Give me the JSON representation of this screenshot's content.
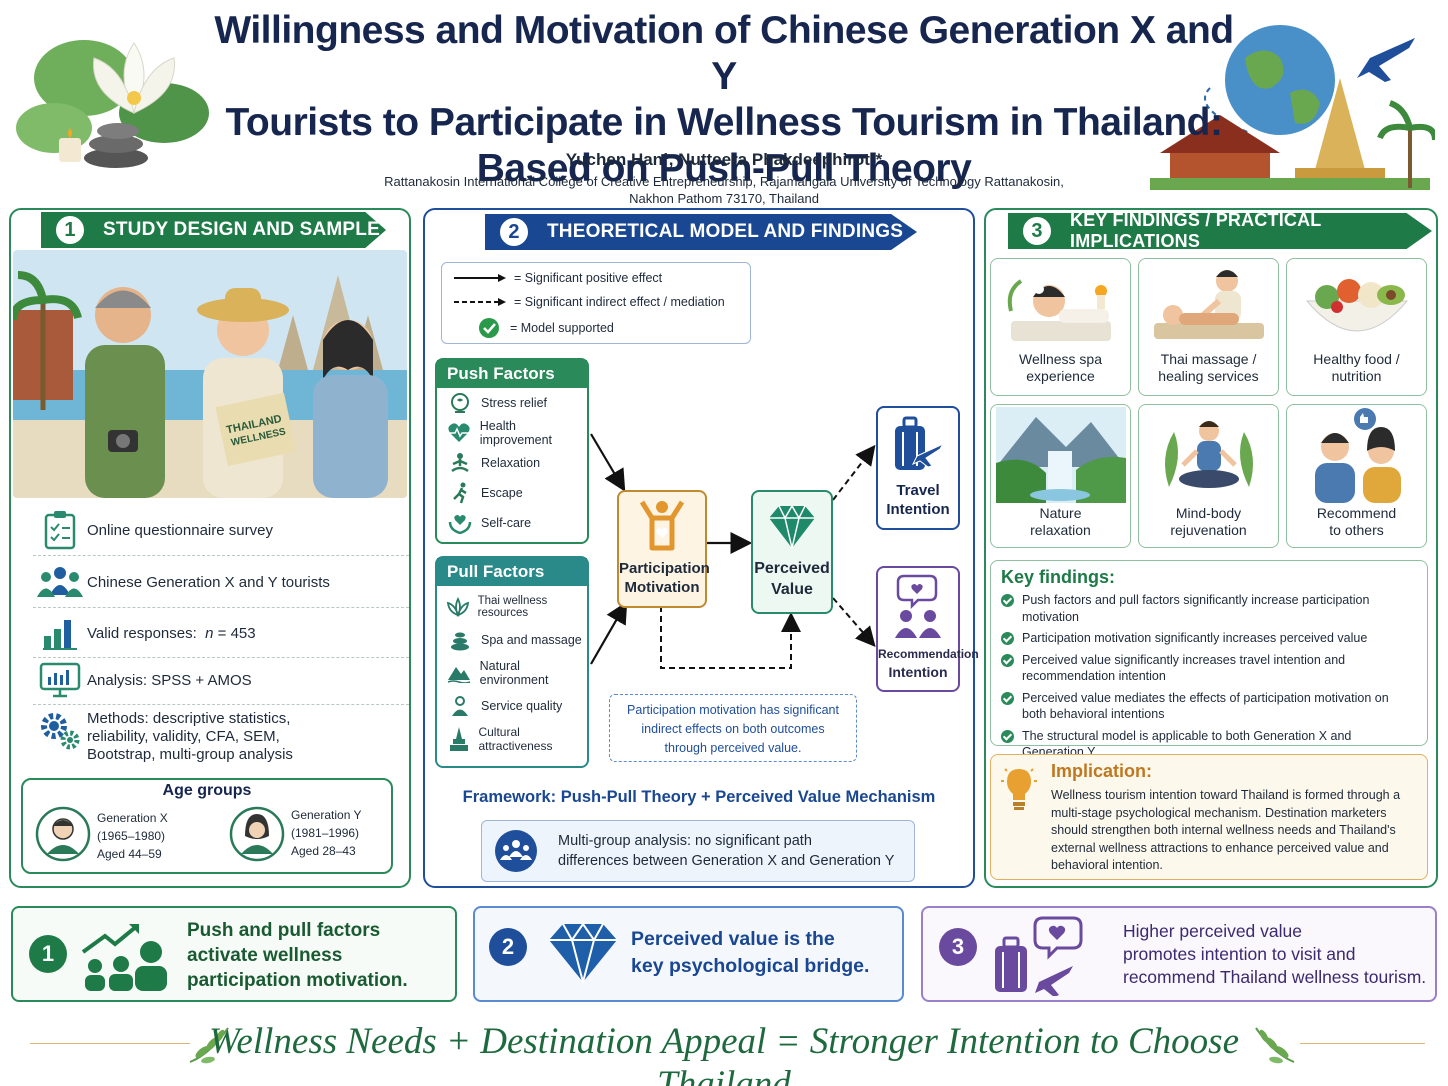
{
  "header": {
    "title_line1": "Willingness and Motivation of Chinese Generation X and Y",
    "title_line2": "Tourists to Participate in Wellness Tourism in Thailand:",
    "title_line3": "Based on Push-Pull Theory",
    "authors": "Yuchen Han¹, Nutteera Phakdeephirot²*",
    "affiliation_line1": "Rattanakosin International College of Creative Entrepreneurship, Rajamangala University of Technology Rattanakosin,",
    "affiliation_line2": "Nakhon Pathom 73170, Thailand"
  },
  "panel1": {
    "number": "1",
    "title": "STUDY DESIGN AND SAMPLE",
    "map_text_line1": "THAILAND",
    "map_text_line2": "WELLNESS",
    "items": [
      {
        "icon": "clipboard-icon",
        "text": "Online questionnaire survey"
      },
      {
        "icon": "people-icon",
        "text": "Chinese Generation X and Y tourists"
      },
      {
        "icon": "bar-chart-icon",
        "label": "Valid responses:",
        "n_symbol": "n",
        "n_value": "= 453"
      },
      {
        "icon": "monitor-chart-icon",
        "text": "Analysis: SPSS + AMOS"
      },
      {
        "icon": "gears-icon",
        "text_line1": "Methods: descriptive statistics,",
        "text_line2": "reliability, validity, CFA, SEM,",
        "text_line3": "Bootstrap, multi-group analysis"
      }
    ],
    "age_groups": {
      "title": "Age groups",
      "gen_x": {
        "name": "Generation X",
        "years": "(1965–1980)",
        "age": "Aged 44–59"
      },
      "gen_y": {
        "name": "Generation Y",
        "years": "(1981–1996)",
        "age": "Aged 28–43"
      }
    }
  },
  "panel2": {
    "number": "2",
    "title": "THEORETICAL MODEL AND FINDINGS",
    "legend": {
      "solid": "= Significant positive effect",
      "dashed": "= Significant indirect effect / mediation",
      "check": "= Model supported"
    },
    "push": {
      "title": "Push Factors",
      "items": [
        {
          "icon": "head-icon",
          "label": "Stress relief"
        },
        {
          "icon": "heartbeat-icon",
          "label": "Health improvement"
        },
        {
          "icon": "meditation-icon",
          "label": "Relaxation"
        },
        {
          "icon": "running-icon",
          "label": "Escape"
        },
        {
          "icon": "heart-hands-icon",
          "label": "Self-care"
        }
      ]
    },
    "pull": {
      "title": "Pull Factors",
      "items": [
        {
          "icon": "lotus-icon",
          "label": "Thai wellness resources"
        },
        {
          "icon": "stones-icon",
          "label": "Spa and massage"
        },
        {
          "icon": "mountain-icon",
          "label": "Natural environment"
        },
        {
          "icon": "service-person-icon",
          "label": "Service quality"
        },
        {
          "icon": "temple-icon",
          "label": "Cultural attractiveness"
        }
      ]
    },
    "nodes": {
      "motivation_line1": "Participation",
      "motivation_line2": "Motivation",
      "value_line1": "Perceived",
      "value_line2": "Value",
      "travel_line1": "Travel",
      "travel_line2": "Intention",
      "recommend_line1": "Recommendation",
      "recommend_line2": "Intention"
    },
    "note_line1": "Participation motivation has significant",
    "note_line2": "indirect effects on both outcomes",
    "note_line3": "through perceived value.",
    "framework": "Framework: Push-Pull Theory + Perceived Value Mechanism",
    "multigroup_line1": "Multi-group analysis: no significant path",
    "multigroup_line2": "differences between Generation X and Generation Y"
  },
  "panel3": {
    "number": "3",
    "title": "KEY FINDINGS / PRACTICAL IMPLICATIONS",
    "tiles": [
      {
        "line1": "Wellness spa",
        "line2": "experience"
      },
      {
        "line1": "Thai massage /",
        "line2": "healing services"
      },
      {
        "line1": "Healthy food /",
        "line2": "nutrition"
      },
      {
        "line1": "Nature",
        "line2": "relaxation"
      },
      {
        "line1": "Mind-body",
        "line2": "rejuvenation"
      },
      {
        "line1": "Recommend",
        "line2": "to others"
      }
    ],
    "key_findings_title": "Key findings:",
    "findings": [
      {
        "line1": "Push factors and pull factors significantly increase participation motivation",
        "line2": ""
      },
      {
        "line1": "Participation motivation significantly increases perceived value",
        "line2": ""
      },
      {
        "line1": "Perceived value significantly increases travel intention and",
        "line2": "recommendation intention"
      },
      {
        "line1": "Perceived value mediates the effects of participation motivation on",
        "line2": "both behavioral intentions"
      },
      {
        "line1": "The structural model is applicable to both Generation X and",
        "line2": "Generation Y"
      }
    ],
    "implication_title": "Implication:",
    "implication_lines": [
      "Wellness tourism intention toward Thailand is formed through a",
      "multi-stage psychological mechanism. Destination marketers",
      "should strengthen both internal wellness needs and Thailand's",
      "external wellness attractions to enhance perceived value and",
      "behavioral intention."
    ]
  },
  "bottom": [
    {
      "number": "1",
      "line1": "Push and pull factors",
      "line2": "activate wellness",
      "line3": "participation motivation."
    },
    {
      "number": "2",
      "line1": "Perceived value is the",
      "line2": "key psychological bridge.",
      "line3": ""
    },
    {
      "number": "3",
      "line1": "Higher perceived value",
      "line2": "promotes intention to visit and",
      "line3": "recommend Thailand wellness tourism."
    }
  ],
  "tagline": "Wellness Needs + Destination Appeal = Stronger Intention to Choose Thailand",
  "colors": {
    "navy": "#16264e",
    "green": "#1e7a47",
    "blue": "#1f4e9a",
    "purple": "#6a4a9e",
    "orange": "#d08a2a",
    "teal": "#2a8a6e"
  }
}
